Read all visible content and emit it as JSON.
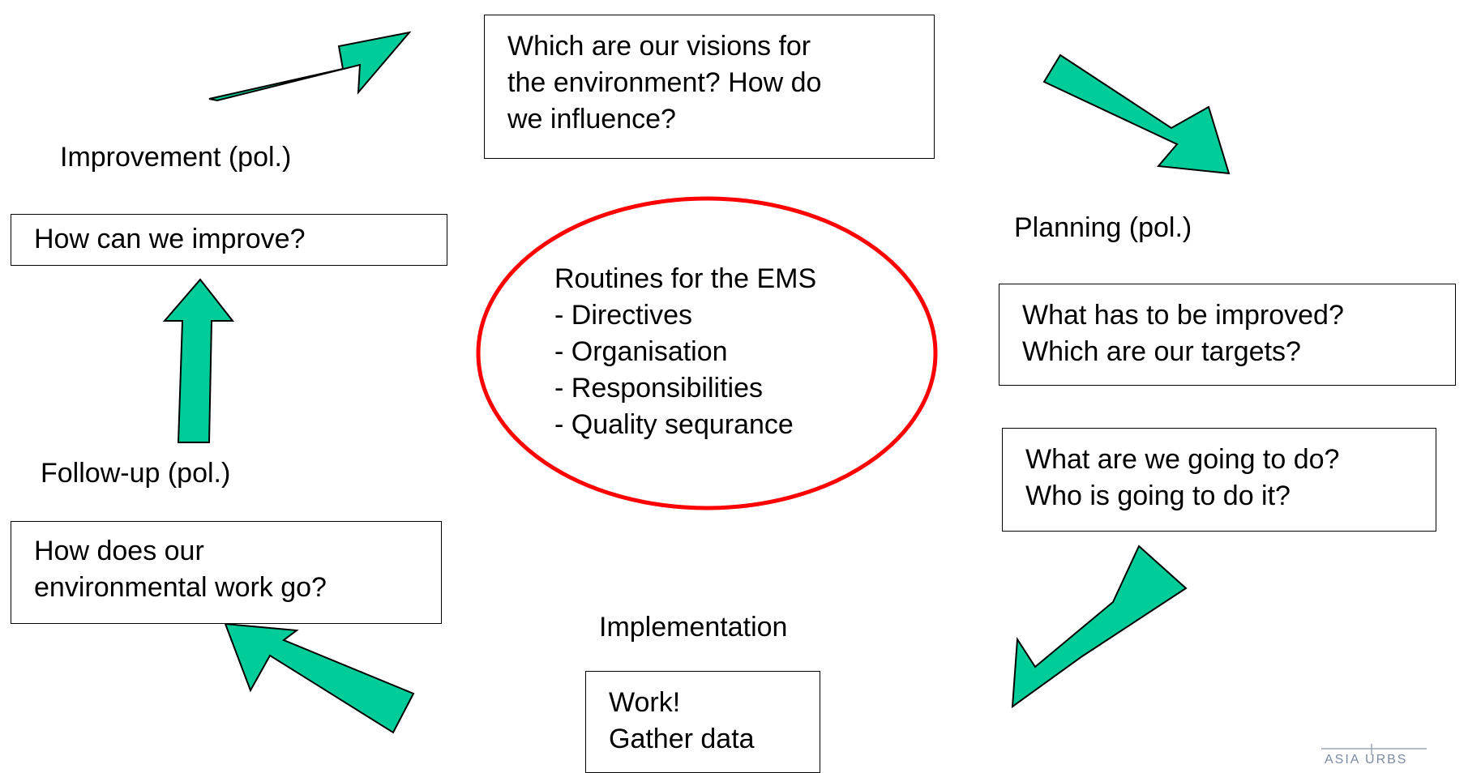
{
  "colors": {
    "arrow_fill": "#00cc99",
    "arrow_stroke": "#000000",
    "ellipse_stroke": "#ff0000"
  },
  "phases": {
    "improvement": "Improvement (pol.)",
    "planning": "Planning (pol.)",
    "follow_up": "Follow-up (pol.)",
    "implementation": "Implementation"
  },
  "boxes": {
    "vision": [
      "Which are our visions for",
      "the environment? How do",
      "we influence?"
    ],
    "improve": [
      "How can we improve?"
    ],
    "targets": [
      "What has to be improved?",
      "Which are our targets?"
    ],
    "actions": [
      "What are we going to do?",
      "Who is going to do it?"
    ],
    "work": [
      "Work!",
      "Gather data"
    ],
    "environmental_work": [
      "How does our",
      "environmental work go?"
    ]
  },
  "center": {
    "title": "Routines for the EMS",
    "items": [
      "- Directives",
      "- Organisation",
      "- Responsibilities",
      "- Quality sequrance"
    ]
  },
  "logo": {
    "text": "ASIA URBS"
  }
}
